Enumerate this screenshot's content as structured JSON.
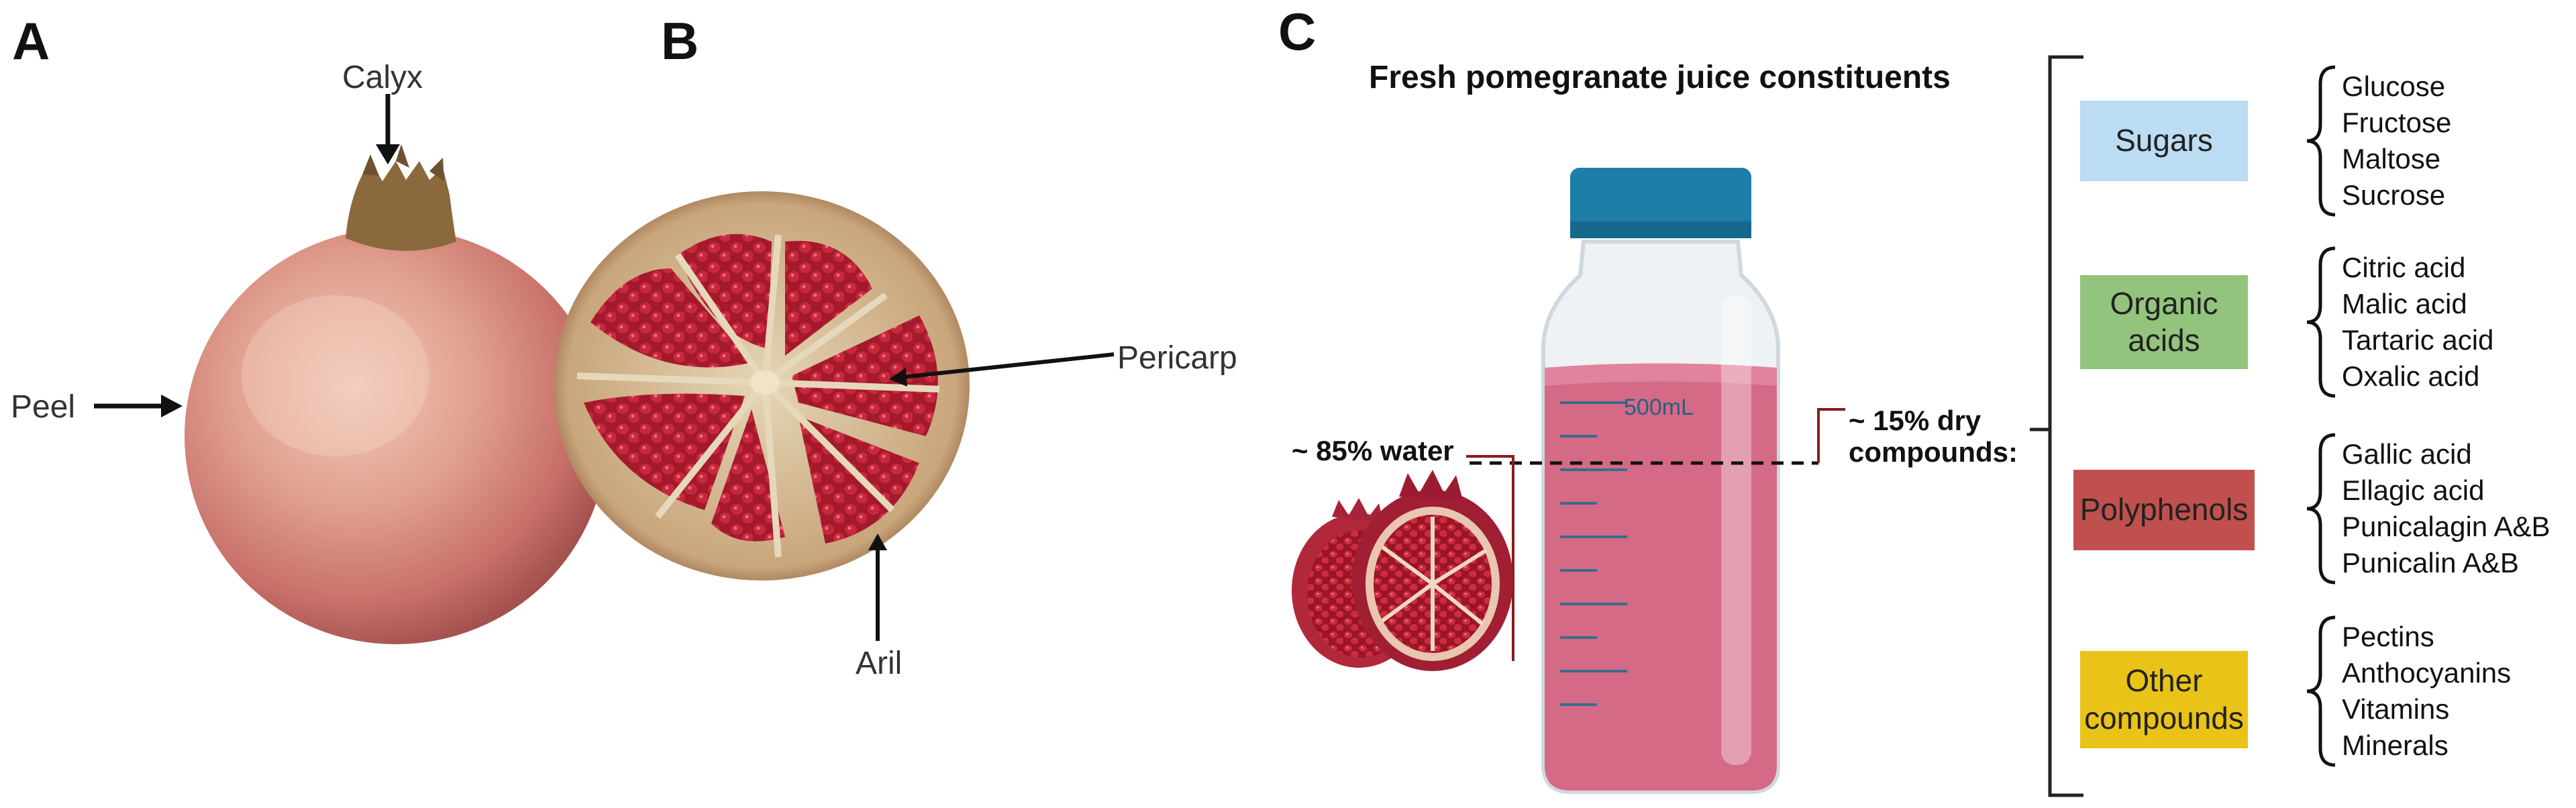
{
  "panels": {
    "a": "A",
    "b": "B",
    "c": "C"
  },
  "panel_a": {
    "calyx": "Calyx",
    "peel": "Peel"
  },
  "panel_b": {
    "pericarp": "Pericarp",
    "aril": "Aril"
  },
  "panel_c": {
    "title": "Fresh pomegranate juice constituents",
    "water_label": "~ 85% water",
    "dry_label_line1": "~ 15% dry",
    "dry_label_line2": "compounds:",
    "bottle_volume": "500mL",
    "categories": [
      {
        "label_lines": [
          "Sugars"
        ],
        "color": "#bcdcf3",
        "items": [
          "Glucose",
          "Fructose",
          "Maltose",
          "Sucrose"
        ]
      },
      {
        "label_lines": [
          "Organic",
          "acids"
        ],
        "color": "#93c47d",
        "items": [
          "Citric acid",
          "Malic acid",
          "Tartaric acid",
          "Oxalic acid"
        ]
      },
      {
        "label_lines": [
          "Polyphenols"
        ],
        "color": "#c0504d",
        "items": [
          "Gallic acid",
          "Ellagic acid",
          "Punicalagin A&B",
          "Punicalin A&B"
        ]
      },
      {
        "label_lines": [
          "Other",
          "compounds"
        ],
        "color": "#e9c318",
        "items": [
          "Pectins",
          "Anthocyanins",
          "Vitamins",
          "Minerals"
        ]
      }
    ]
  },
  "colors": {
    "juice": "#d46a86",
    "cap": "#1d7ea8",
    "fruit_peel": "#d98a7e",
    "aril": "#a8182b",
    "pith": "#d9c9a8"
  }
}
